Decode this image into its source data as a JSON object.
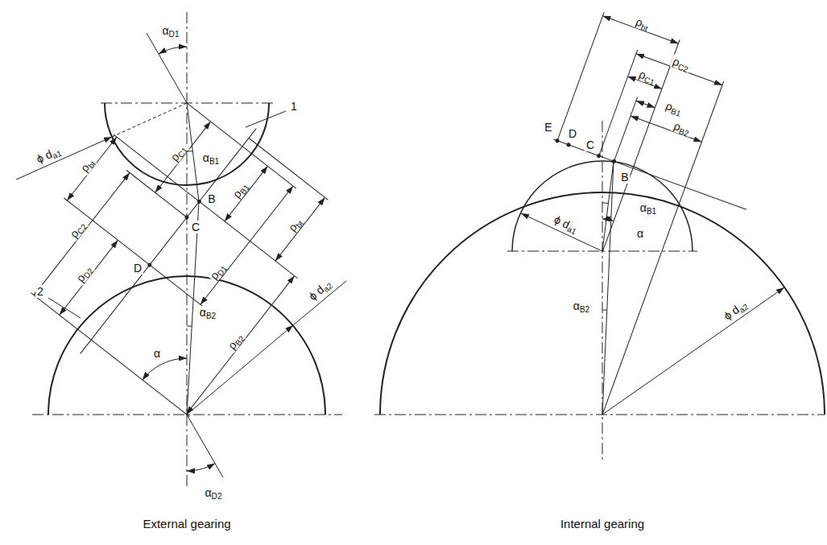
{
  "diagram": {
    "labels": [
      "αD1",
      "ϕ da1",
      "ρbt",
      "ρC2",
      "ρD2",
      "αB1",
      "ρC1",
      "1",
      "C",
      "B",
      "ρB1",
      "ρD1",
      "ϕ da2",
      "D",
      "ρB2",
      "ρbt",
      "αB2",
      "α",
      "2",
      "αD2",
      "External gearing",
      "ρbt",
      "ρC2",
      "ρC1",
      "ρB1",
      "ρB2",
      "E",
      "D",
      "C",
      "B",
      "ϕ da1",
      "α",
      "αB1",
      "αB2",
      "ϕ da2",
      "Internal gearing"
    ]
  }
}
